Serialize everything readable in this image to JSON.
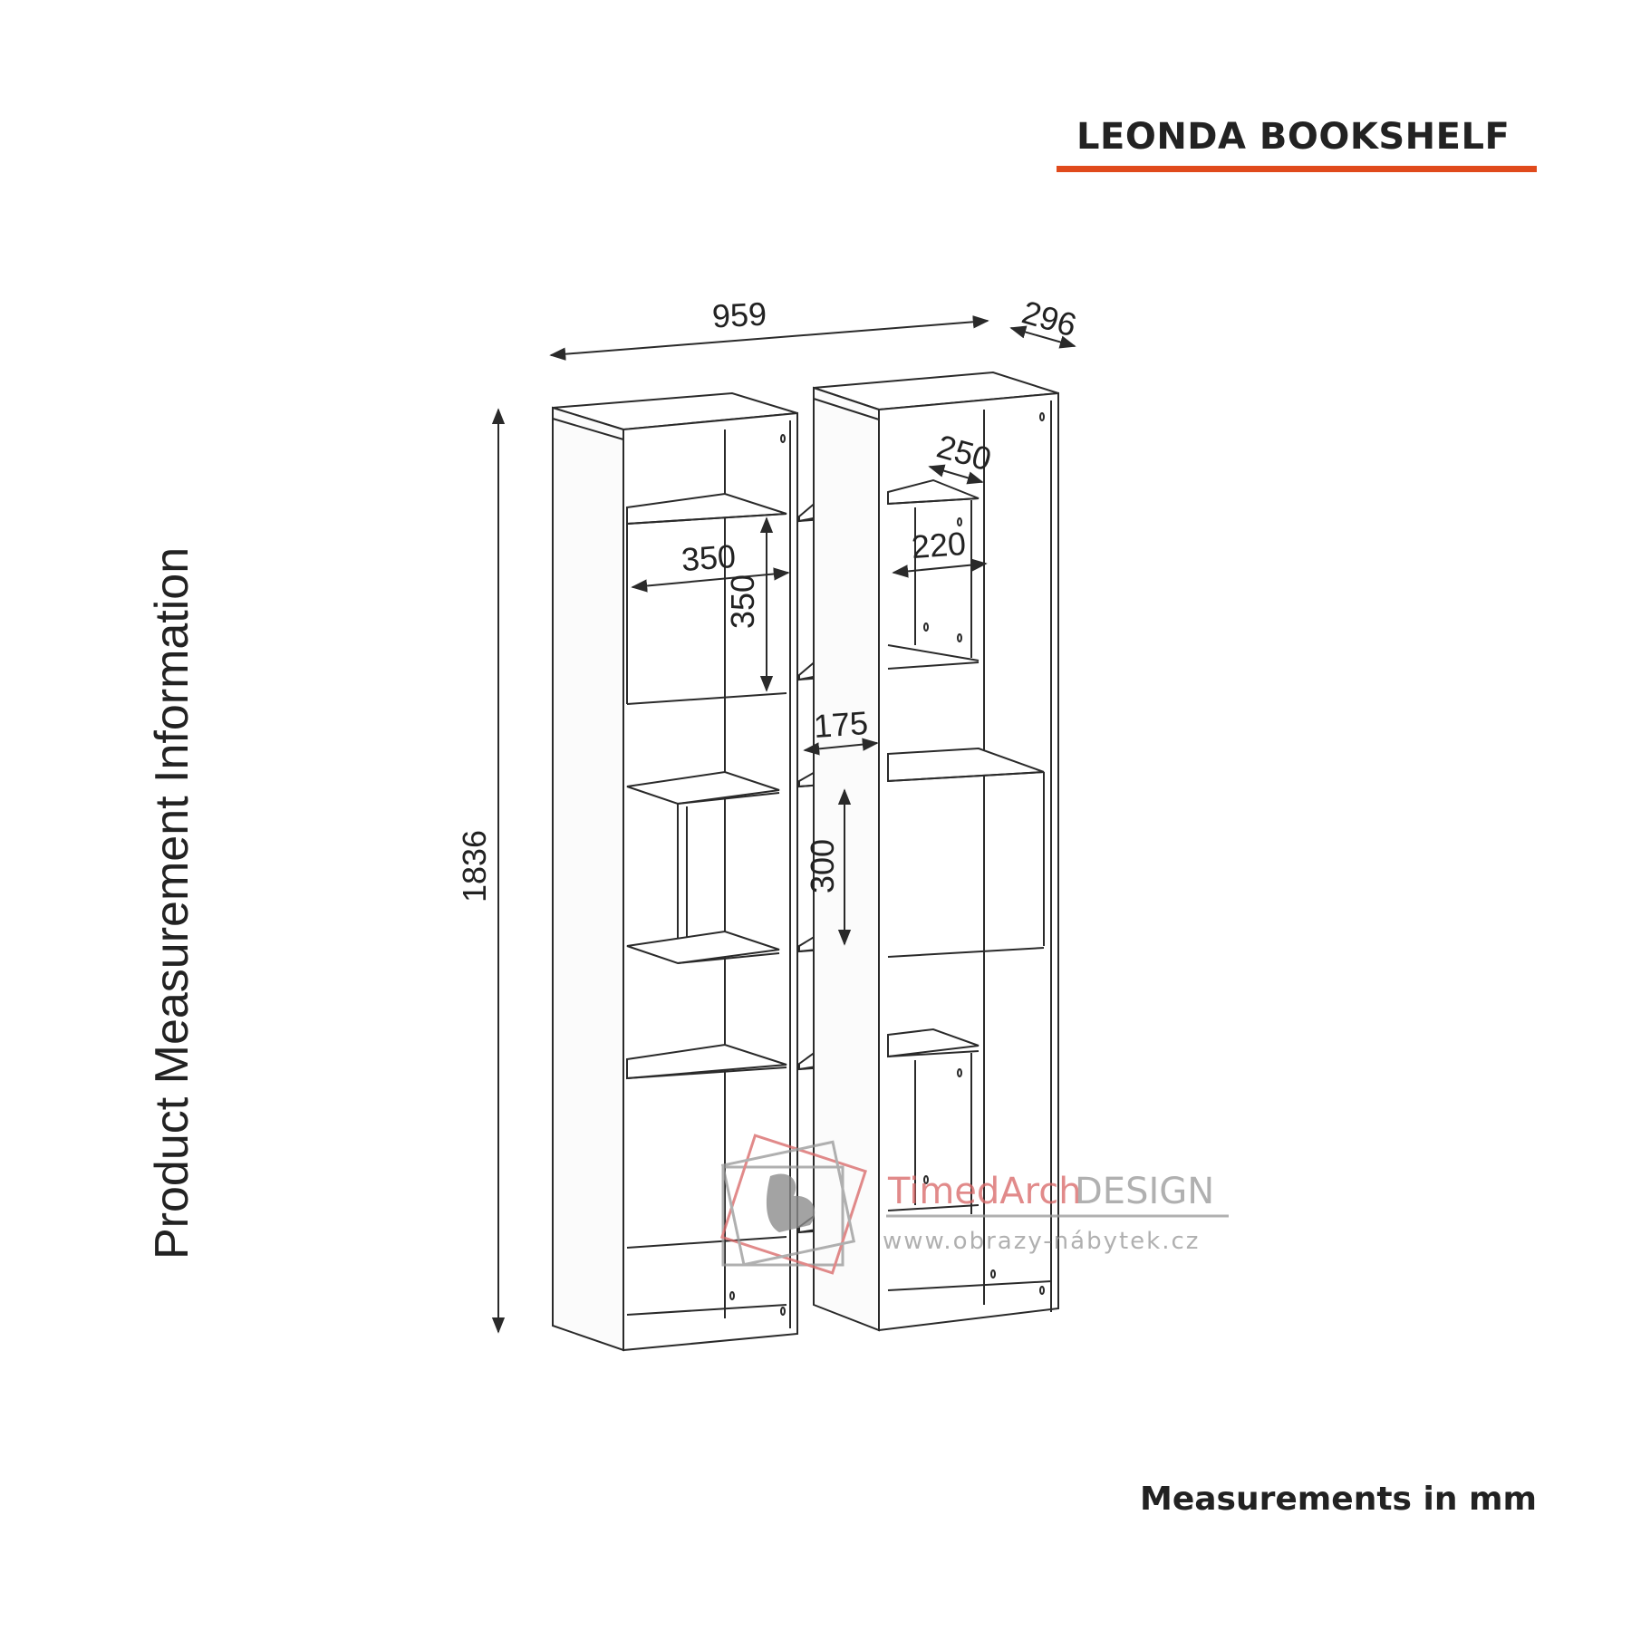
{
  "title": "LEONDA BOOKSHELF",
  "side_label": "Product Measurement Information",
  "units_note": "Measurements in mm",
  "colors": {
    "accent": "#e04a1c",
    "line": "#2a2a2a",
    "watermark_red": "#d96a6a",
    "watermark_grey": "#9a9a9a"
  },
  "dimensions": {
    "total_width": "959",
    "depth": "296",
    "total_height": "1836",
    "shelf_depth": "250",
    "box_width": "220",
    "cube_width": "350",
    "cube_height": "350",
    "middle_shelf_width": "175",
    "middle_gap_height": "300"
  },
  "watermark": {
    "brand_part1": "TimedArch",
    "brand_part2": "DESIGN",
    "url": "www.obrazy-nábytek.cz",
    "logo_icon": "armchair-logo-icon"
  }
}
